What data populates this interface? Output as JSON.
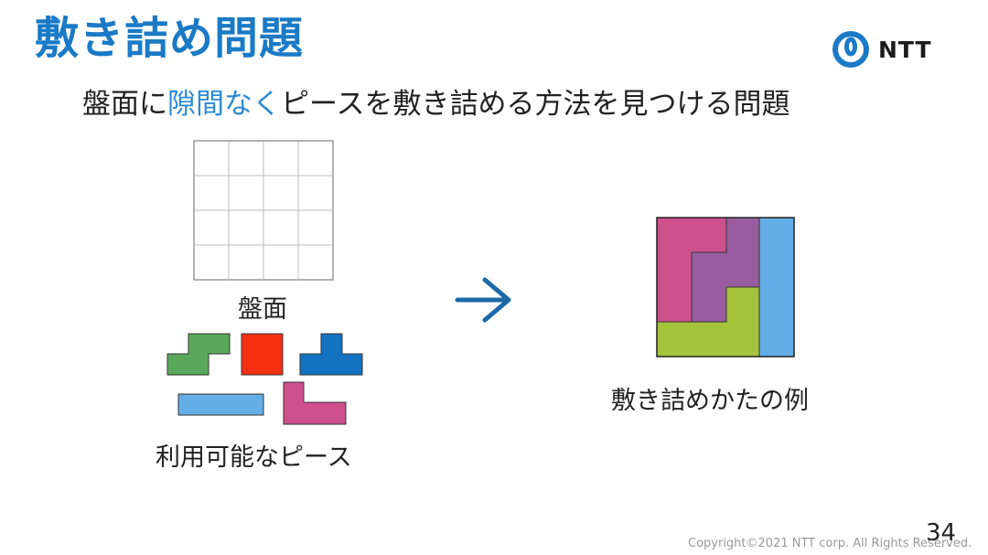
{
  "slide": {
    "title": "敷き詰め問題",
    "subtitle_prefix": "盤面に",
    "subtitle_highlight": "隙間なく",
    "subtitle_suffix": "ピースを敷き詰める方法を見つける問題",
    "page_number": "34",
    "copyright": "Copyright©2021  NTT corp. All Rights Reserved."
  },
  "logo": {
    "text": "NTT",
    "icon": "ntt-logo-icon"
  },
  "board": {
    "caption": "盤面",
    "rows": 4,
    "cols": 4
  },
  "pieces": {
    "caption": "利用可能なピース",
    "colors": {
      "green": "#5aa85a",
      "red": "#f43010",
      "blue": "#1373c2",
      "lightblue": "#63aee6",
      "pink": "#cd508d"
    }
  },
  "arrow": {
    "icon": "arrow-right-icon",
    "color": "#1c6aa8"
  },
  "example": {
    "caption": "敷き詰めかたの例",
    "colors": {
      "pink": "#cd508d",
      "purple": "#9a5ca0",
      "lightblue": "#63aee6",
      "green": "#a3c43b"
    }
  }
}
